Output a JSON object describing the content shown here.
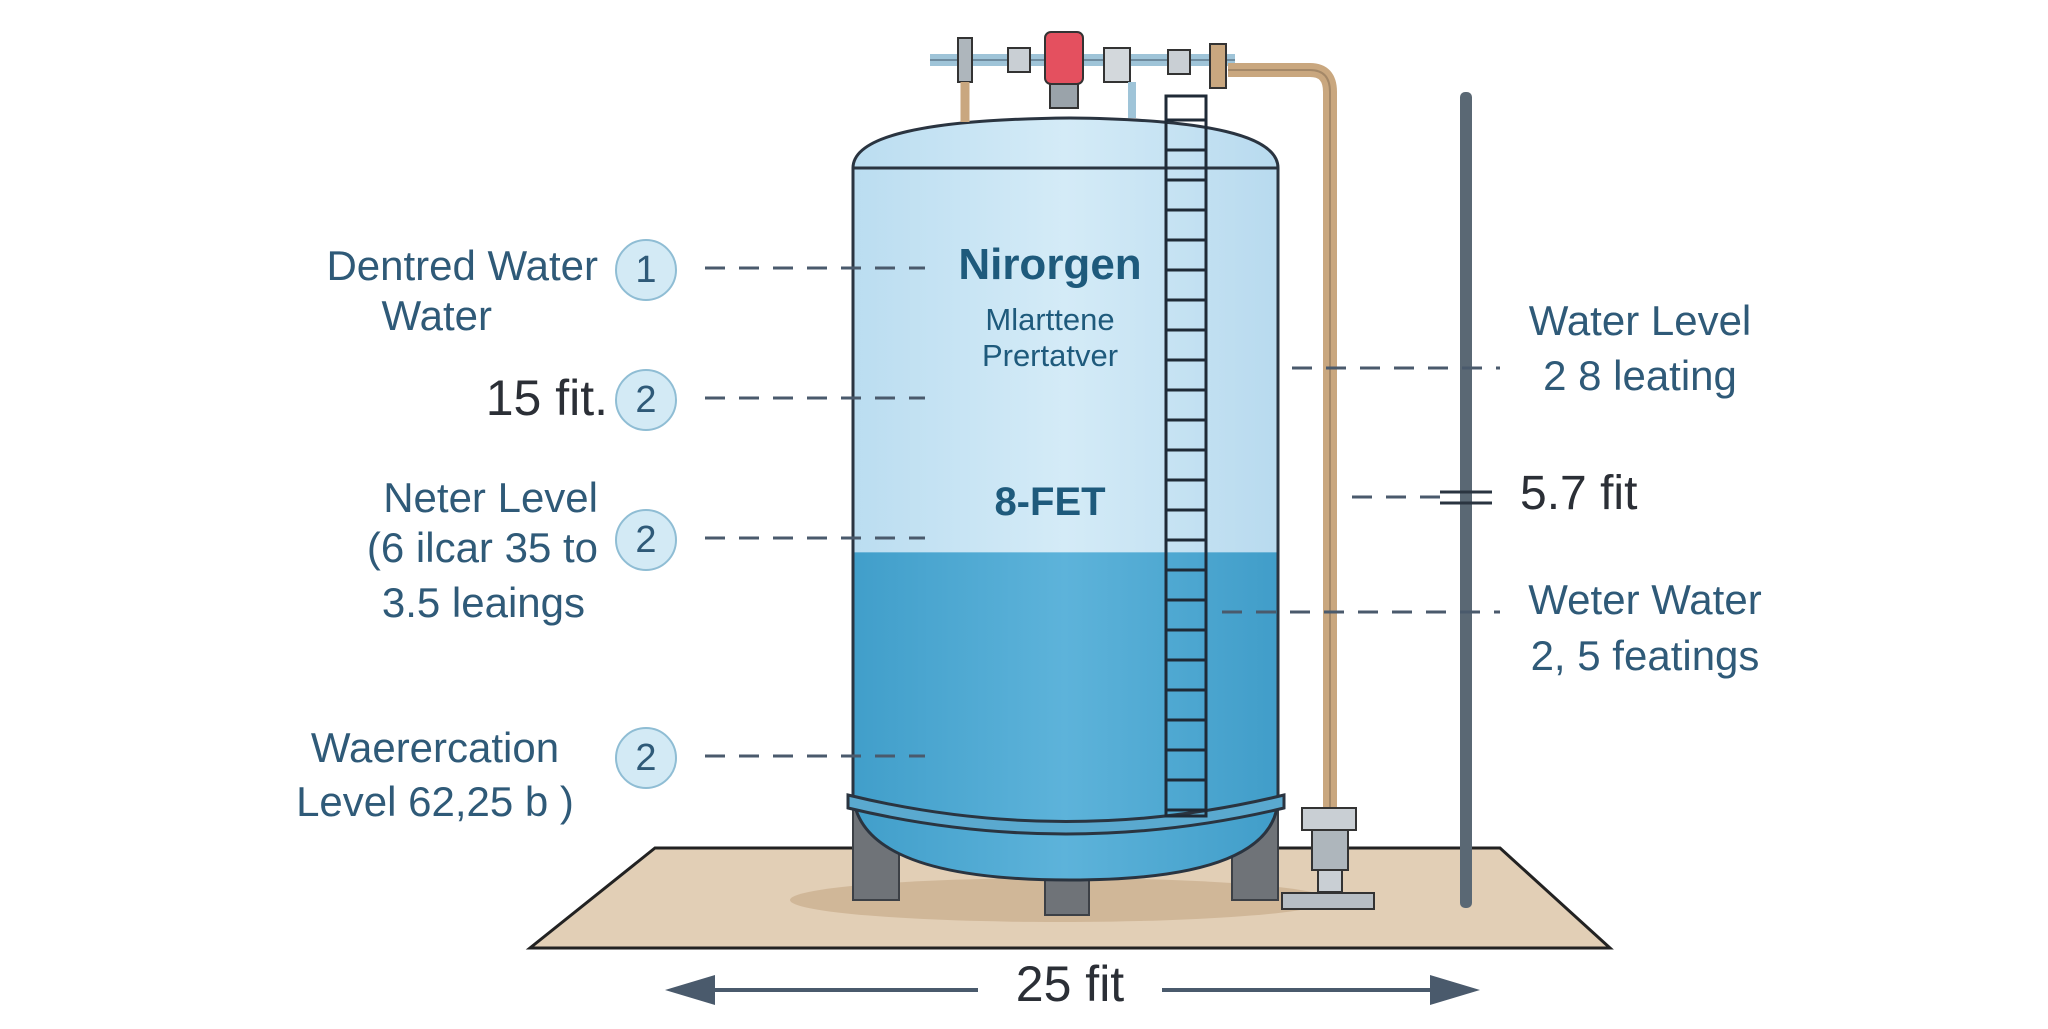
{
  "labels": {
    "left": [
      {
        "lines": [
          "Dentred Water",
          "Water"
        ],
        "badge": "1"
      },
      {
        "lines": [
          "15 fit."
        ],
        "badge": "2"
      },
      {
        "lines": [
          "Neter Level",
          "(6 ilcar 35 to",
          "3.5 leaings"
        ],
        "badge": "2"
      },
      {
        "lines": [
          "Waerercation",
          "Level 62,25 b )"
        ],
        "badge": "2"
      }
    ],
    "right": [
      {
        "lines": [
          "Water Level",
          "2 8 leating"
        ]
      },
      {
        "lines": [
          "5.7 fit"
        ]
      },
      {
        "lines": [
          "Weter Water",
          "2, 5 featings"
        ]
      }
    ]
  },
  "tank": {
    "title": "Nirorgen",
    "subtitle_lines": [
      "Mlarttene",
      "Prertatver"
    ],
    "level_label": "8-FET",
    "water_fill_fraction": 0.43
  },
  "base_dimension": "25 fit",
  "colors": {
    "tank_upper": "#c6e3f3",
    "tank_lower": "#4ea8d2",
    "outline": "#2a3440",
    "label_text": "#2f5a78",
    "valve": "#e4505f",
    "pipe": "#c9a77f",
    "ground": "#e2cfb6"
  }
}
